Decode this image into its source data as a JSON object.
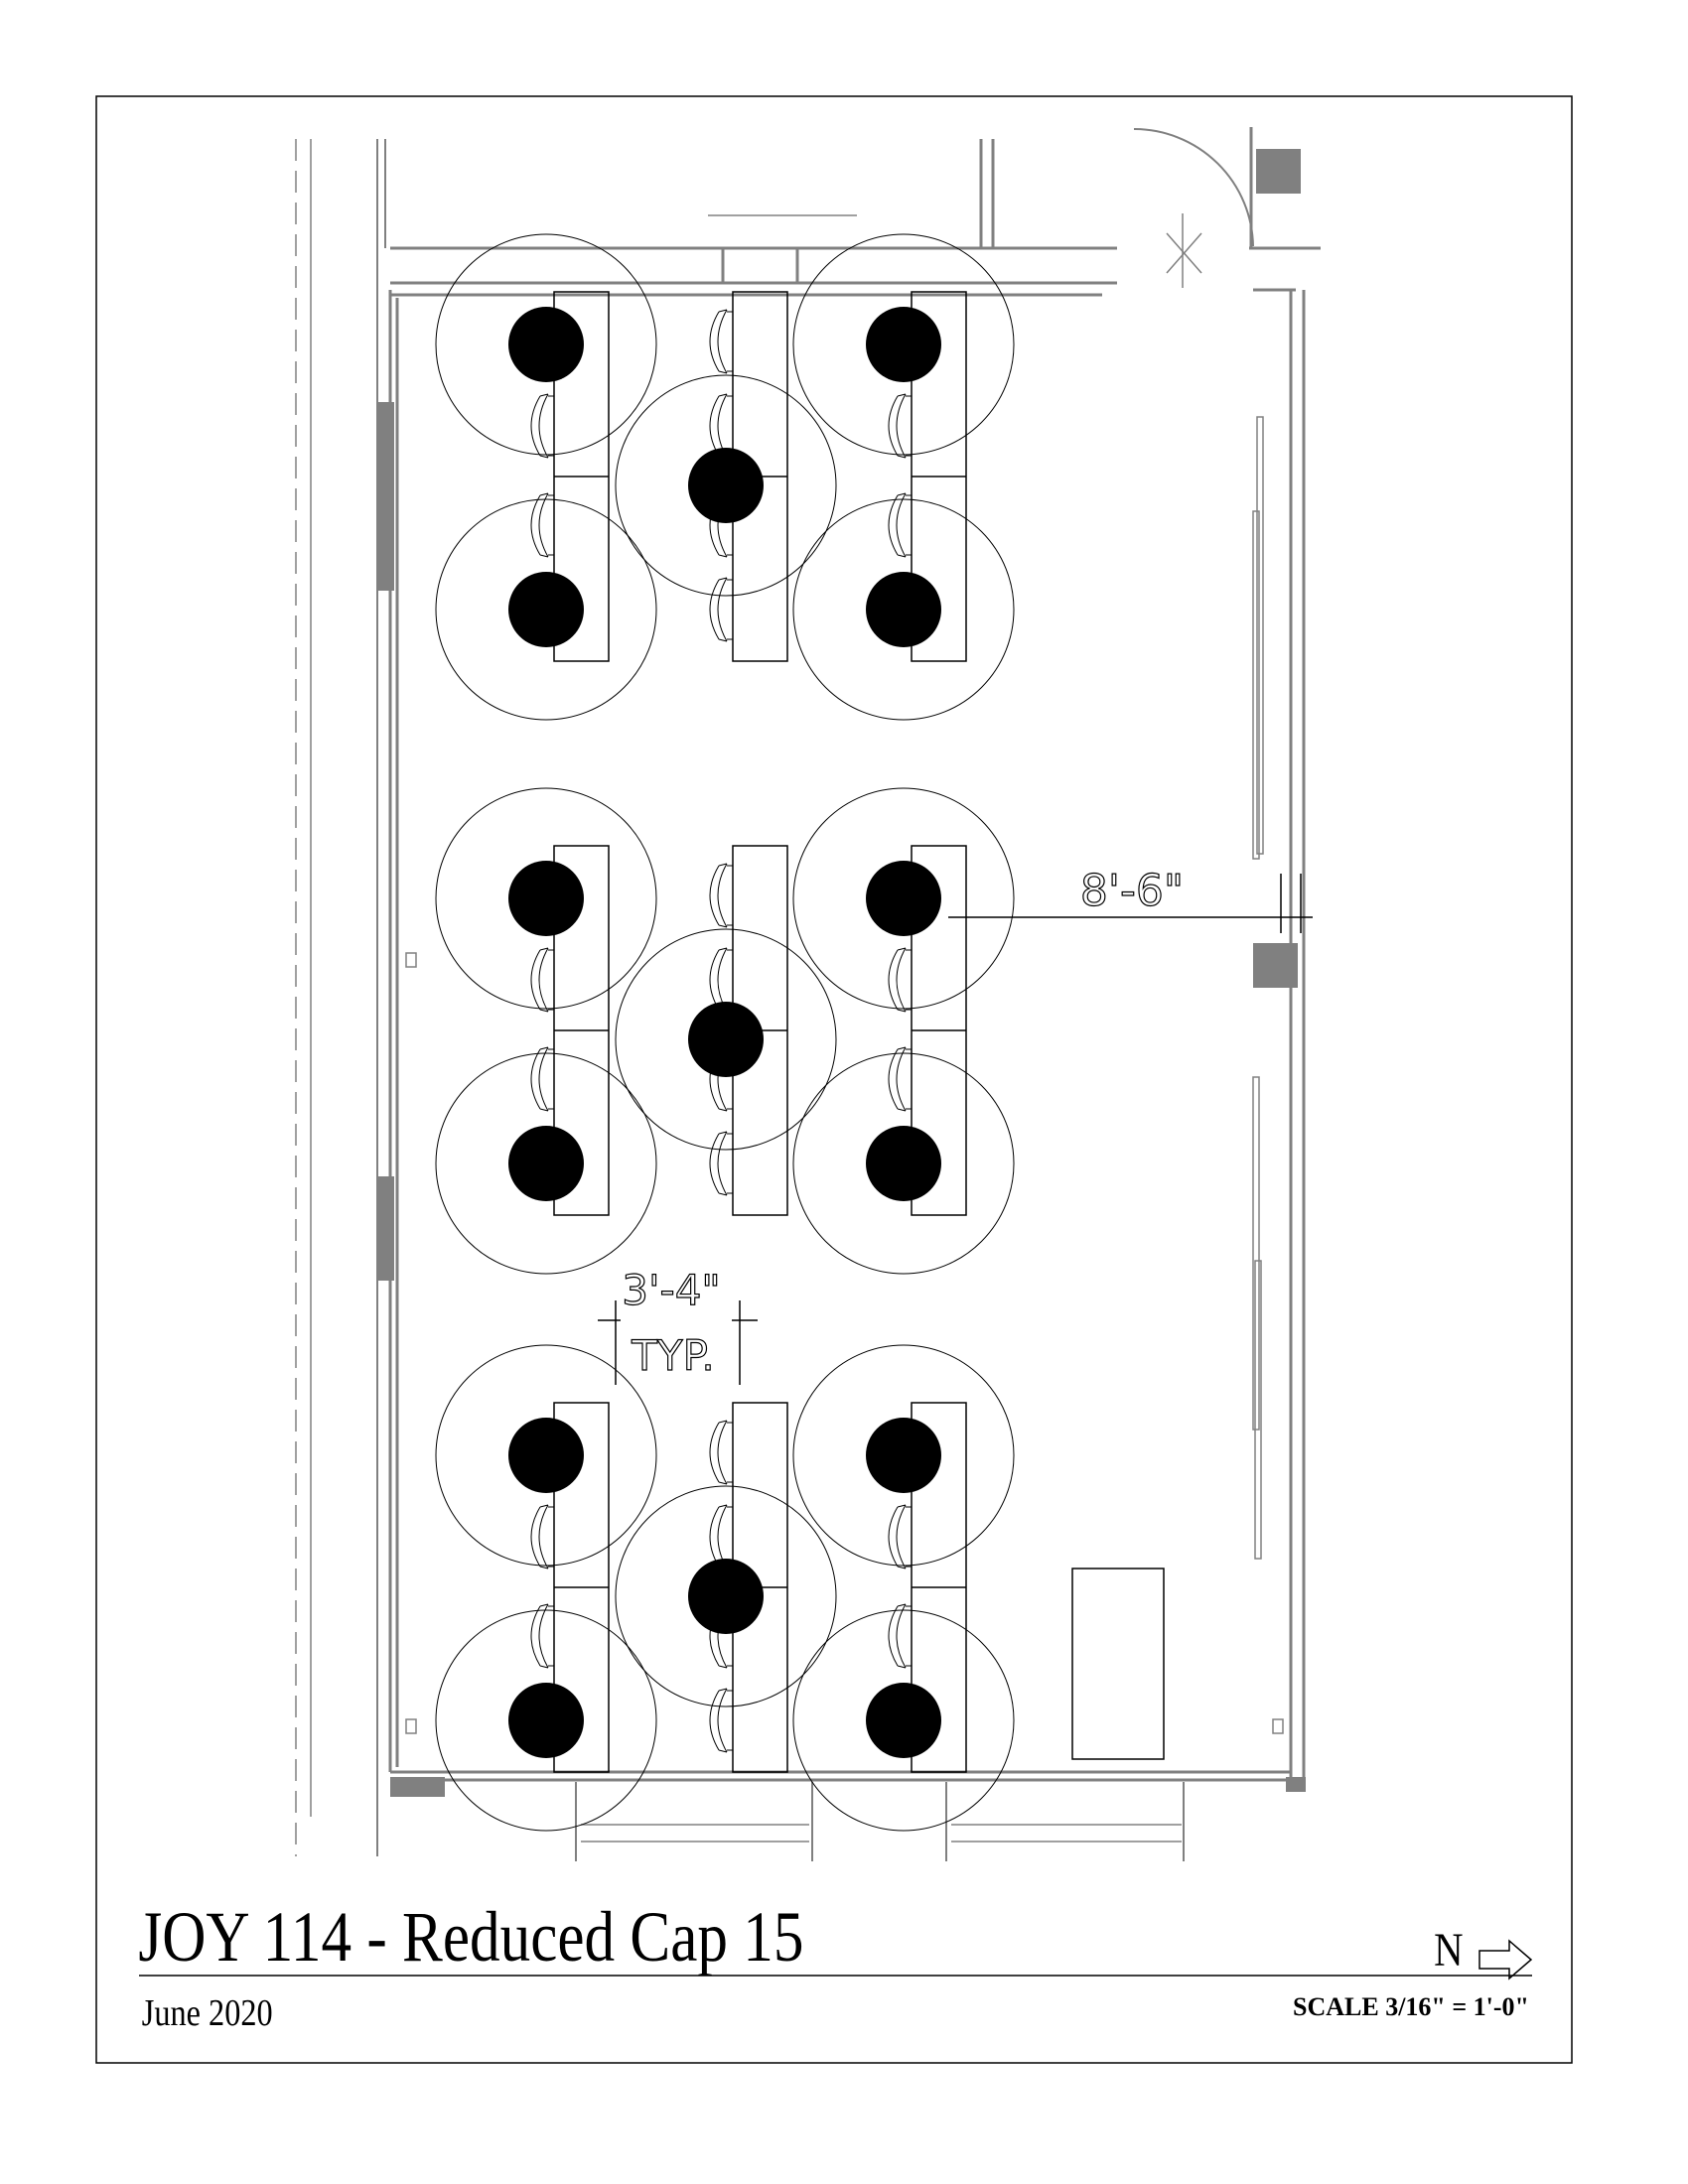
{
  "sheet": {
    "title": "JOY 114 - Reduced Cap 15",
    "date": "June 2020",
    "north_label": "N",
    "scale": "SCALE 3/16\" = 1'-0\""
  },
  "dimensions": {
    "aisle_width": "8'-6\"",
    "seat_spacing": "3'-4\"",
    "seat_spacing_note": "TYP."
  },
  "colors": {
    "walls": "#808080",
    "lines": "#000000",
    "seat_marker": "#000000"
  }
}
